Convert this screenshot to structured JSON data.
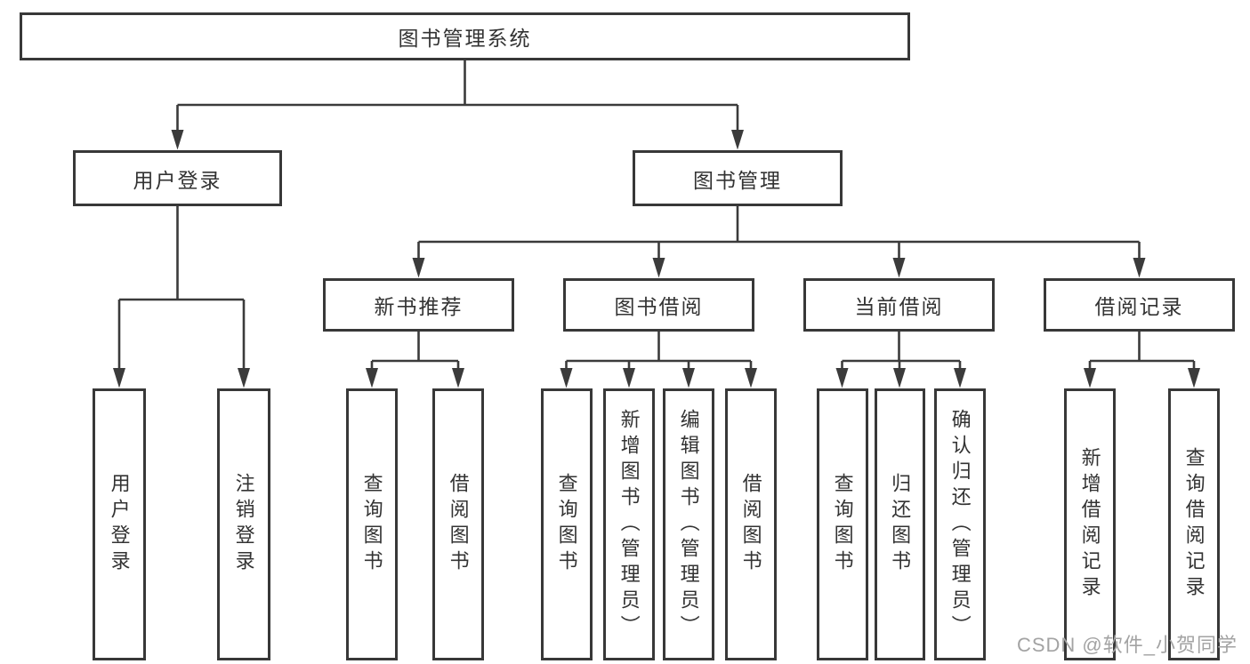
{
  "tree": {
    "label": "图书管理系统",
    "children": [
      {
        "label": "用户登录",
        "children": [
          {
            "label": "用户登录"
          },
          {
            "label": "注销登录"
          }
        ]
      },
      {
        "label": "图书管理",
        "children": [
          {
            "label": "新书推荐",
            "children": [
              {
                "label": "查询图书"
              },
              {
                "label": "借阅图书"
              }
            ]
          },
          {
            "label": "图书借阅",
            "children": [
              {
                "label": "查询图书"
              },
              {
                "label": "新增图书（管理员）"
              },
              {
                "label": "编辑图书（管理员）"
              },
              {
                "label": "借阅图书"
              }
            ]
          },
          {
            "label": "当前借阅",
            "children": [
              {
                "label": "查询图书"
              },
              {
                "label": "归还图书"
              },
              {
                "label": "确认归还（管理员）"
              }
            ]
          },
          {
            "label": "借阅记录",
            "children": [
              {
                "label": "新增借阅记录"
              },
              {
                "label": "查询借阅记录"
              }
            ]
          }
        ]
      }
    ]
  },
  "watermark": {
    "text": "CSDN @软件_小贺同学"
  },
  "colors": {
    "background": "#ffffff",
    "box_border": "#383838",
    "connector_line": "#3b3b3b",
    "text": "#333333",
    "watermark": "#a3a3a3"
  }
}
